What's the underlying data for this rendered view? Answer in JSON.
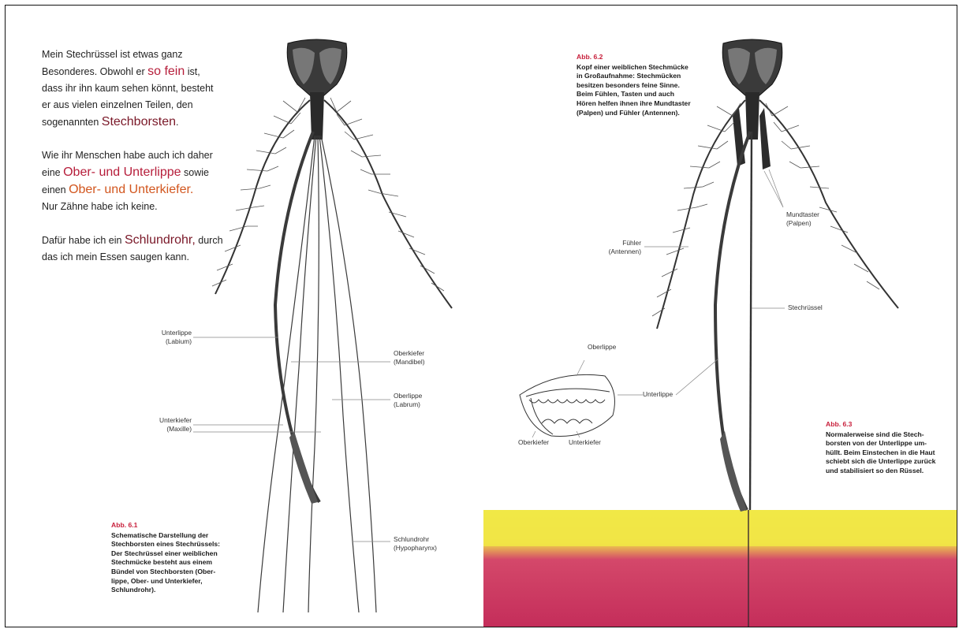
{
  "intro": {
    "p1": {
      "a": "Mein Stechrüssel ist etwas ganz Besonderes. Obwohl er ",
      "h1": "so fein",
      "b": " ist, dass ihr ihn kaum sehen könnt, besteht er aus vielen einzelnen Teilen, den sogenannten ",
      "h2": "Stechborsten",
      "c": "."
    },
    "p2": {
      "a": "Wie ihr Menschen habe auch ich daher eine ",
      "h1": "Ober- und Unterlippe",
      "b": " sowie einen ",
      "h2": "Ober- und Unterkiefer.",
      "c": "Nur Zähne habe ich keine."
    },
    "p3": {
      "a": "Dafür habe ich ein ",
      "h1": "Schlundrohr,",
      "b": " durch das ich mein Essen saugen kann."
    }
  },
  "fig1": {
    "labels": {
      "unterlippe": [
        "Unterlippe",
        "(Labium)"
      ],
      "oberkiefer": [
        "Oberkiefer",
        "(Mandibel)"
      ],
      "oberlippe": [
        "Oberlippe",
        "(Labrum)"
      ],
      "unterkiefer": [
        "Unterkiefer",
        "(Maxille)"
      ],
      "schlundrohr": [
        "Schlundrohr",
        "(Hypopharynx)"
      ]
    },
    "caption": {
      "title": "Abb. 6.1",
      "lines": [
        "Schematische Darstellung der",
        "Stechborsten eines Stechrüssels:",
        "Der Stechrüssel einer weiblichen",
        "Stechmücke besteht aus einem",
        "Bündel von Stechborsten (Ober-",
        "lippe, Ober- und Unterkiefer,",
        "Schlundrohr)."
      ]
    }
  },
  "fig2": {
    "caption": {
      "title": "Abb. 6.2",
      "lines": [
        "Kopf einer weiblichen Stechmücke",
        "in Großaufnahme: Stechmücken",
        "besitzen besonders feine Sinne.",
        "Beim Fühlen, Tasten und auch",
        "Hören helfen ihnen ihre Mundtaster",
        "(Palpen) und Fühler (Antennen)."
      ]
    },
    "labels": {
      "mundtaster": [
        "Mundtaster",
        "(Palpen)"
      ],
      "fuehler": [
        "Fühler",
        "(Antennen)"
      ],
      "stechruessel": "Stechrüssel",
      "unterlippe": "Unterlippe",
      "oberlippe": "Oberlippe",
      "oberkiefer": "Oberkiefer",
      "unterkiefer": "Unterkiefer"
    }
  },
  "fig3": {
    "caption": {
      "title": "Abb. 6.3",
      "lines": [
        "Normalerweise sind die Stech-",
        "borsten von der Unterlippe um-",
        "hüllt. Beim Einstechen in die Haut",
        "schiebt sich die Unterlippe zurück",
        "und stabilisiert so den Rüssel."
      ]
    }
  },
  "colors": {
    "accent_red": "#b61d3a",
    "accent_orange": "#d2561e",
    "skin_yellow": "#f1e845",
    "skin_magenta": "#c8305a"
  }
}
